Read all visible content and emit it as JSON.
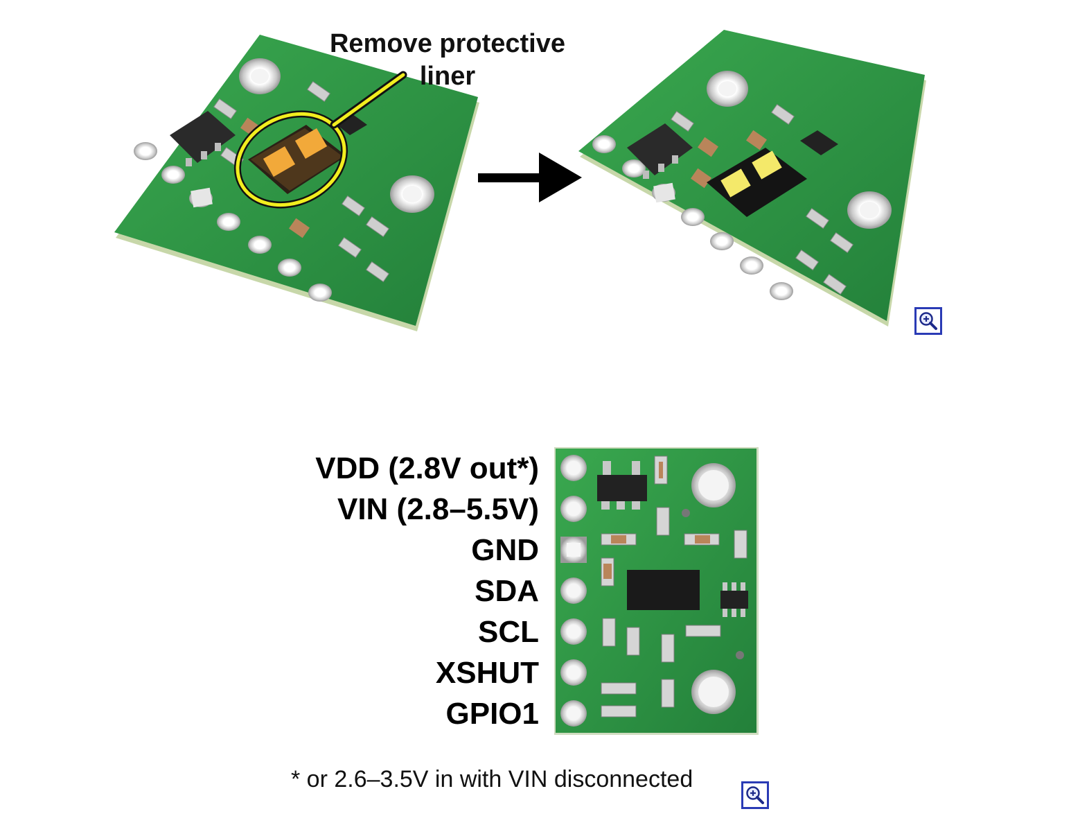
{
  "top_figure": {
    "callout_line1": "Remove protective",
    "callout_line2": "liner"
  },
  "bottom_figure": {
    "pins": [
      {
        "label": "VDD (2.8V out*)"
      },
      {
        "label": "VIN (2.8–5.5V)"
      },
      {
        "label": "GND"
      },
      {
        "label": "SDA"
      },
      {
        "label": "SCL"
      },
      {
        "label": "XSHUT"
      },
      {
        "label": "GPIO1"
      }
    ],
    "footnote": "* or 2.6–3.5V in with VIN disconnected"
  },
  "icons": {
    "zoom": "magnifier-plus-icon",
    "arrow": "right-arrow-icon"
  },
  "colors": {
    "pcb_green": "#2f9a45",
    "highlight_yellow": "#f2ee1f",
    "zoom_border": "#2a3bb5"
  }
}
